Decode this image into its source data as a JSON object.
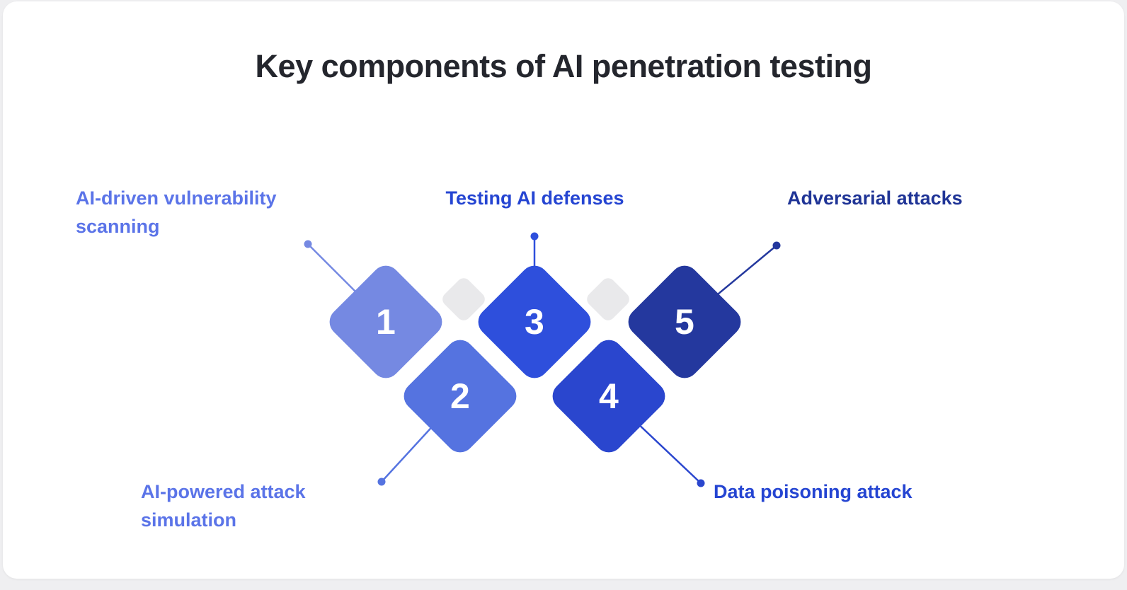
{
  "title": "Key components of AI penetration testing",
  "colors": {
    "background": "#EFEFF1",
    "card": "#FFFFFF",
    "title_text": "#24262D",
    "spacer_diamond": "#E9E9EB"
  },
  "diagram": {
    "nodes": [
      {
        "number": "1",
        "label": "AI-driven vulnerability\nscanning",
        "diamond_color": "#7589E2",
        "label_color": "#5B74E8",
        "label_position": "top-left"
      },
      {
        "number": "2",
        "label": "AI-powered attack\nsimulation",
        "diamond_color": "#5573E0",
        "label_color": "#5B74E8",
        "label_position": "bottom-left"
      },
      {
        "number": "3",
        "label": "Testing AI defenses",
        "diamond_color": "#2E4FDC",
        "label_color": "#2545D2",
        "label_position": "top-center"
      },
      {
        "number": "4",
        "label": "Data poisoning attack",
        "diamond_color": "#2A46CE",
        "label_color": "#2545D2",
        "label_position": "bottom-right"
      },
      {
        "number": "5",
        "label": "Adversarial attacks",
        "diamond_color": "#24389E",
        "label_color": "#1F3496",
        "label_position": "top-right"
      }
    ]
  }
}
